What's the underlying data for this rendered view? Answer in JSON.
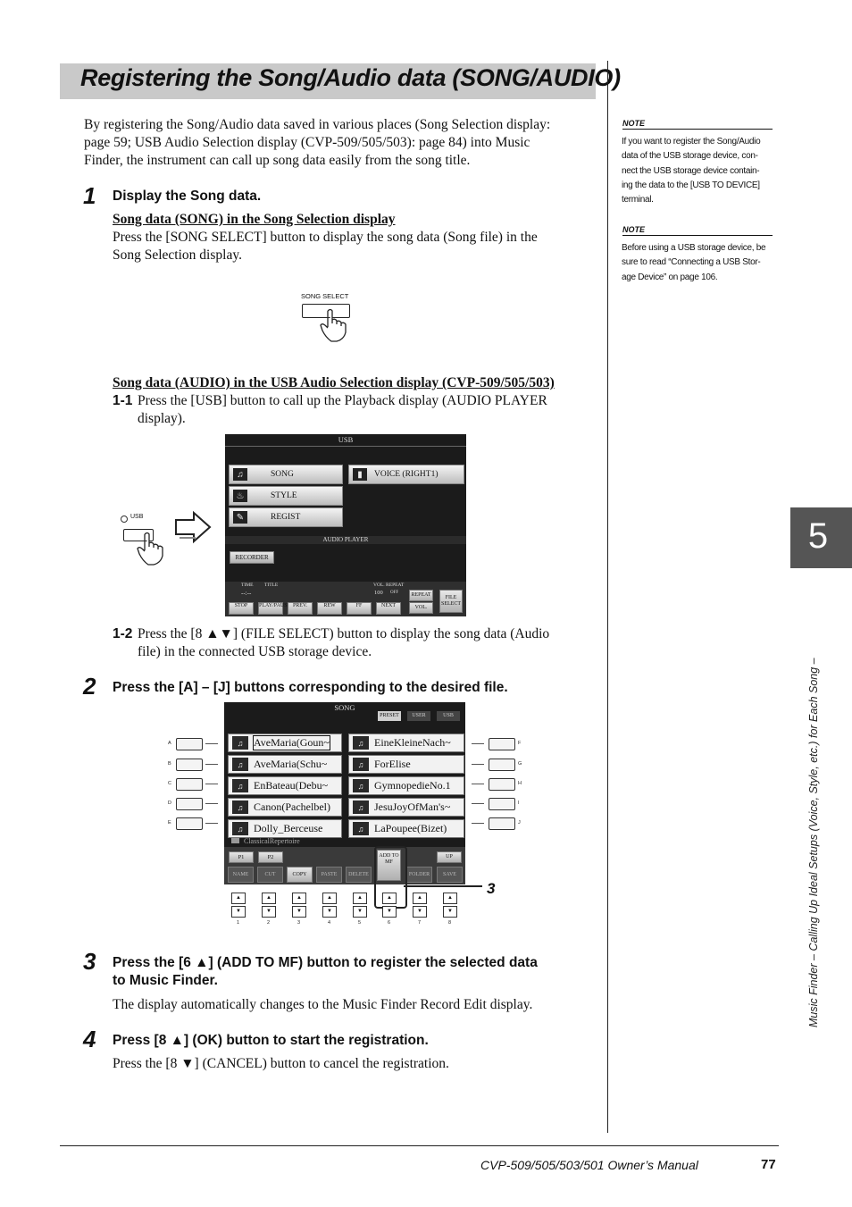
{
  "title": "Registering the Song/Audio data (SONG/AUDIO)",
  "intro": [
    "By registering the Song/Audio data saved in various places (Song Selection display:",
    "page 59; USB Audio Selection display (CVP-509/505/503): page 84) into Music",
    "Finder, the instrument can call up song data easily from the song title."
  ],
  "step1": {
    "num": "1",
    "title": "Display the Song data.",
    "sub1_heading": "Song data (SONG) in the Song Selection display",
    "sub1_text": [
      "Press the [SONG SELECT] button to display the song data (Song file) in the",
      "Song Selection display."
    ],
    "song_select_label": "SONG SELECT",
    "sub2_heading": "Song data (AUDIO) in the USB Audio Selection display (CVP-509/505/503)",
    "s11_label": "1-1",
    "s11_text": [
      "Press the [USB] button to call up the Playback display (AUDIO PLAYER",
      "display)."
    ],
    "s12_label": "1-2",
    "s12_text": [
      "Press the [8 ▲▼] (FILE SELECT) button to display the song data (Audio",
      "file) in the connected USB storage device."
    ]
  },
  "usb_screen": {
    "header": "USB",
    "usb_button_label": "USB",
    "buttons": [
      "SONG",
      "STYLE",
      "REGIST"
    ],
    "voice_button": "VOICE (RIGHT1)",
    "audio_player_label": "AUDIO PLAYER",
    "recorder": "RECORDER",
    "time_label": "TIME",
    "title_label": "TITLE",
    "vol_label": "VOL. REPEAT",
    "time_value": "--:--",
    "vol_value": "100",
    "off_value": "OFF",
    "repeat_btn": "REPEAT",
    "file_select_btn": "FILE SELECT",
    "vol_btn": "VOL.",
    "transport": [
      "STOP",
      "PLAY/PAUSE",
      "PREV.",
      "REW",
      "FF",
      "NEXT"
    ]
  },
  "step2": {
    "num": "2",
    "title": "Press the [A] – [J] buttons corresponding to the desired file."
  },
  "song_screen": {
    "header": "SONG",
    "tabs": [
      "PRESET",
      "USER",
      "USB"
    ],
    "left_letters": [
      "A",
      "B",
      "C",
      "D",
      "E"
    ],
    "right_letters": [
      "F",
      "G",
      "H",
      "I",
      "J"
    ],
    "left_songs": [
      "AveMaria(Goun~",
      "AveMaria(Schu~",
      "EnBateau(Debu~",
      "Canon(Pachelbel)",
      "Dolly_Berceuse"
    ],
    "right_songs": [
      "EineKleineNach~",
      "ForElise",
      "GymnopedieNo.1",
      "JesuJoyOfMan's~",
      "LaPoupee(Bizet)"
    ],
    "folder": "ClassicalRepertoire",
    "pages": [
      "P1",
      "P2"
    ],
    "up_label": "UP",
    "bottom_funcs": [
      "NAME",
      "CUT",
      "COPY",
      "PASTE",
      "DELETE",
      "ADD TO MF",
      "FOLDER",
      "SAVE"
    ],
    "numbers": [
      "1",
      "2",
      "3",
      "4",
      "5",
      "6",
      "7",
      "8"
    ],
    "callout": "3"
  },
  "step3": {
    "num": "3",
    "title": [
      "Press the [6 ▲] (ADD TO MF) button to register the selected data",
      "to Music Finder."
    ],
    "text": "The display automatically changes to the Music Finder Record Edit display."
  },
  "step4": {
    "num": "4",
    "title": "Press [8 ▲] (OK) button to start the registration.",
    "text": "Press the [8 ▼] (CANCEL) button to cancel the registration."
  },
  "notes": [
    {
      "head": "NOTE",
      "lines": [
        "If you want to register the Song/Audio",
        "data of the USB storage device, con-",
        "nect the USB storage device contain-",
        "ing the data to the [USB TO DEVICE]",
        "terminal."
      ]
    },
    {
      "head": "NOTE",
      "lines": [
        "Before using a USB storage device, be",
        "sure to read “Connecting a USB Stor-",
        "age Device” on page 106."
      ]
    }
  ],
  "chapter_tab": "5",
  "side_caption": "Music Finder – Calling Up Ideal Setups (Voice, Style, etc.) for Each Song –",
  "footer": {
    "manual": "CVP-509/505/503/501 Owner’s Manual",
    "page": "77"
  }
}
